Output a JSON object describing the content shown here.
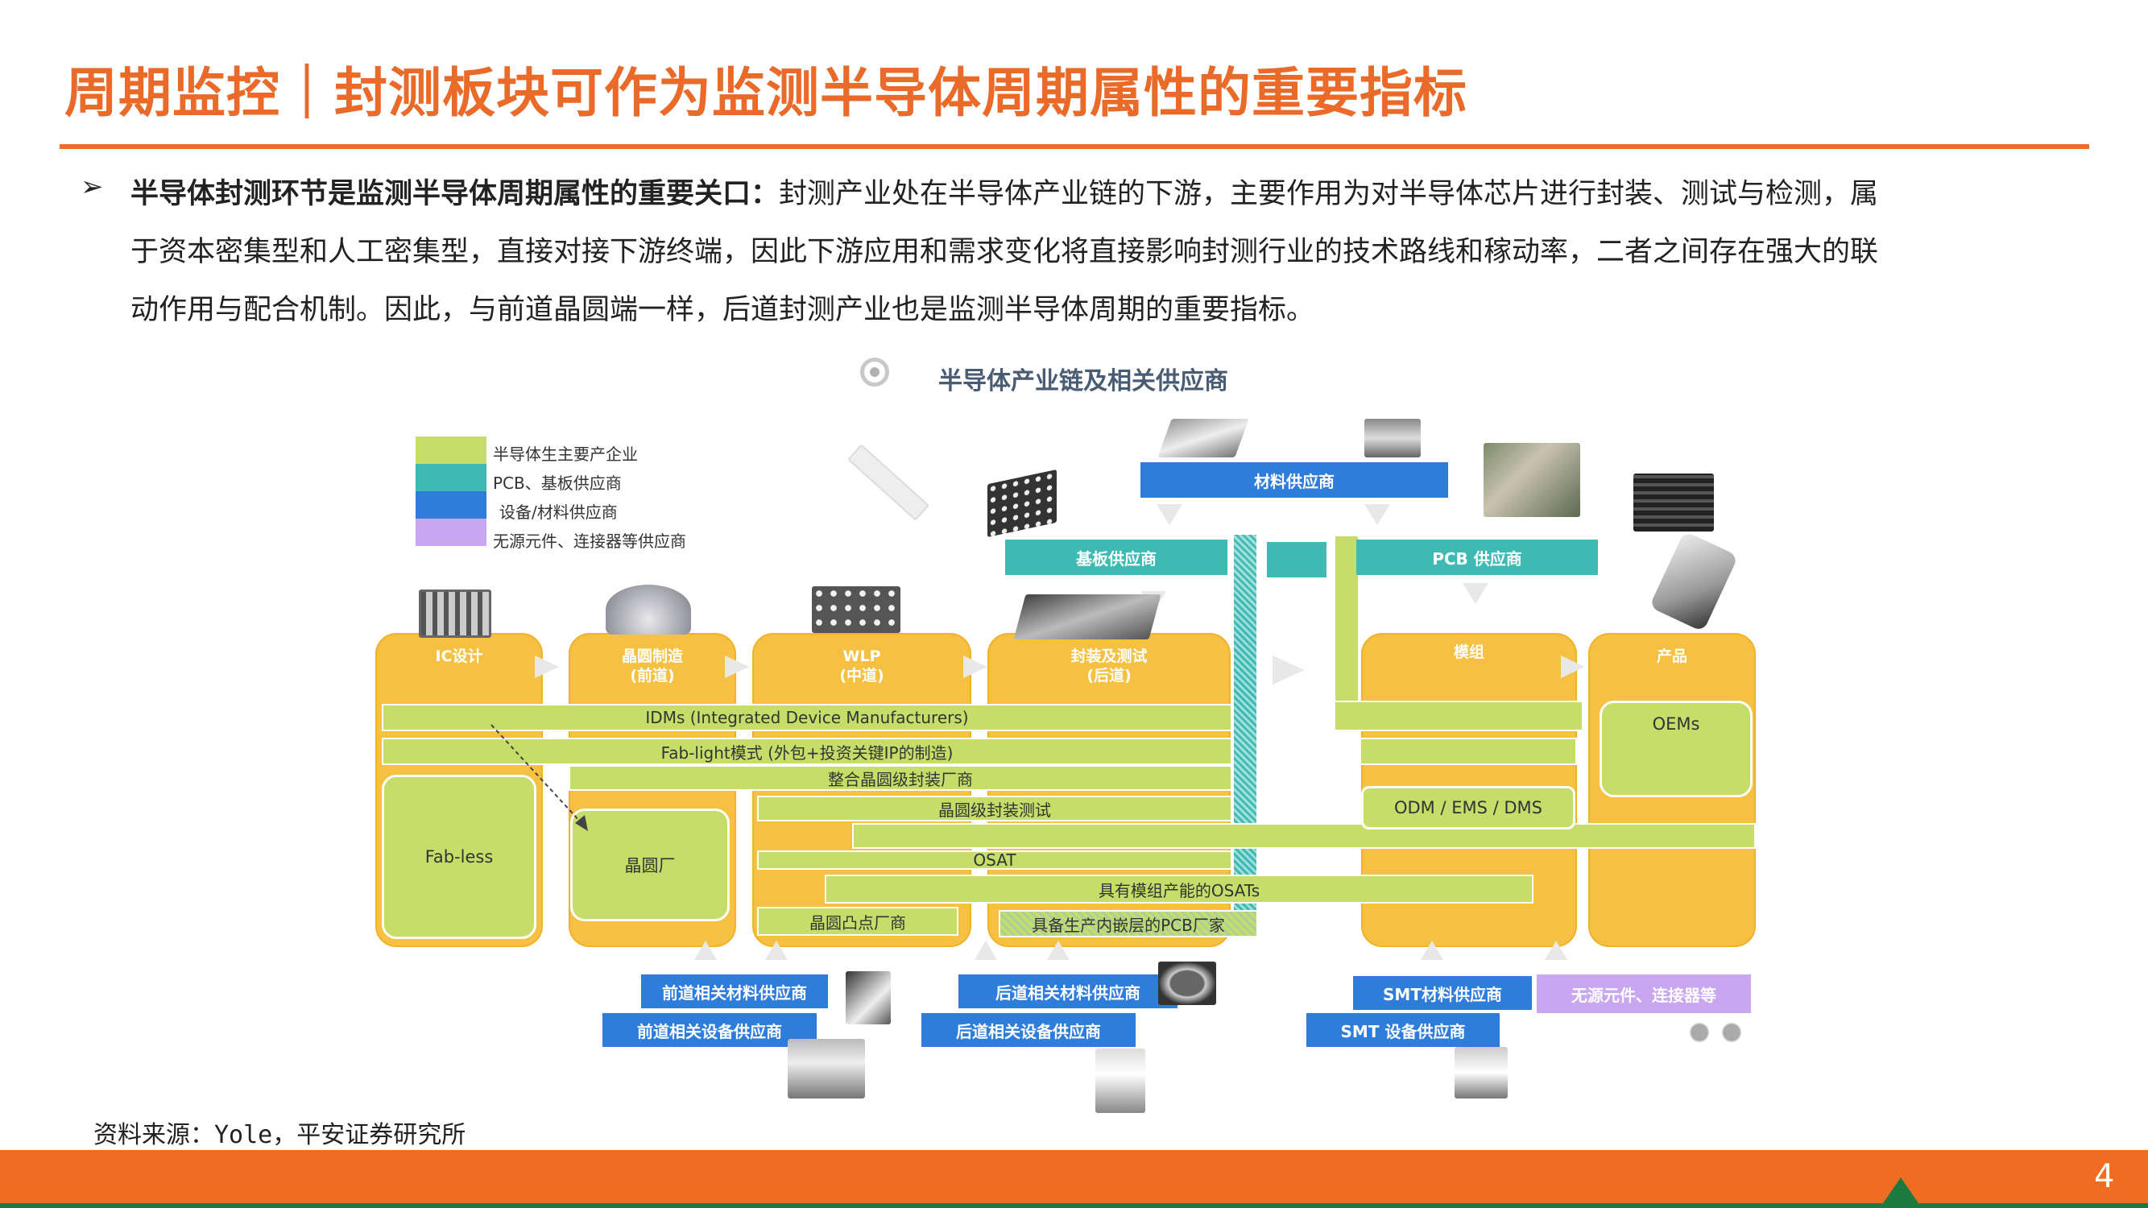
{
  "title": "周期监控｜封测板块可作为监测半导体周期属性的重要指标",
  "bullet": {
    "marker": "➢",
    "bold": "半导体封测环节是监测半导体周期属性的重要关口：",
    "line1_rest": "封测产业处在半导体产业链的下游，主要作用为对半导体芯片进行封装、测试与检测，属",
    "line2": "于资本密集型和人工密集型，直接对接下游终端，因此下游应用和需求变化将直接影响封测行业的技术路线和稼动率，二者之间存在强大的联",
    "line3": "动作用与配合机制。因此，与前道晶圆端一样，后道封测产业也是监测半导体周期的重要指标。"
  },
  "figure": {
    "title": "半导体产业链及相关供应商",
    "legend": [
      {
        "label": "半导体生主要产企业",
        "color": "#c6dd6a"
      },
      {
        "label": "PCB、基板供应商",
        "color": "#3fbab3"
      },
      {
        "label": "设备/材料供应商",
        "color": "#2f7ddb"
      },
      {
        "label": "无源元件、连接器等供应商",
        "color": "#c9a7f0"
      }
    ],
    "stages": {
      "ic": "IC设计",
      "wafer": "晶圆制造\n(前道)",
      "wlp": "WLP\n(中道)",
      "pkg": "封装及测试\n(后道)",
      "module": "模组",
      "product": "产品"
    },
    "bars": {
      "idm": "IDMs (Integrated Device Manufacturers)",
      "fablight": "Fab-light模式 (外包+投资关键IP的制造)",
      "integrated": "整合晶圆级封装厂商",
      "wlpt": "晶圆级封装测试",
      "osat": "OSAT",
      "osat_module": "具有模组产能的OSATs",
      "bump": "晶圆凸点厂商",
      "pcb_osat": "具备生产内嵌层的PCB厂家"
    },
    "boxes": {
      "fabless": "Fab-less",
      "foundry": "晶圆厂",
      "oems": "OEMs",
      "odm": "ODM / EMS / DMS"
    },
    "suppliers": {
      "material": "材料供应商",
      "substrate": "基板供应商",
      "pcb": "PCB 供应商",
      "front_material": "前道相关材料供应商",
      "front_equipment": "前道相关设备供应商",
      "back_material": "后道相关材料供应商",
      "back_equipment": "后道相关设备供应商",
      "smt_material": "SMT材料供应商",
      "smt_equipment": "SMT 设备供应商",
      "passive": "无源元件、连接器等"
    }
  },
  "source": "资料来源：Yole，平安证券研究所",
  "page_number": "4"
}
